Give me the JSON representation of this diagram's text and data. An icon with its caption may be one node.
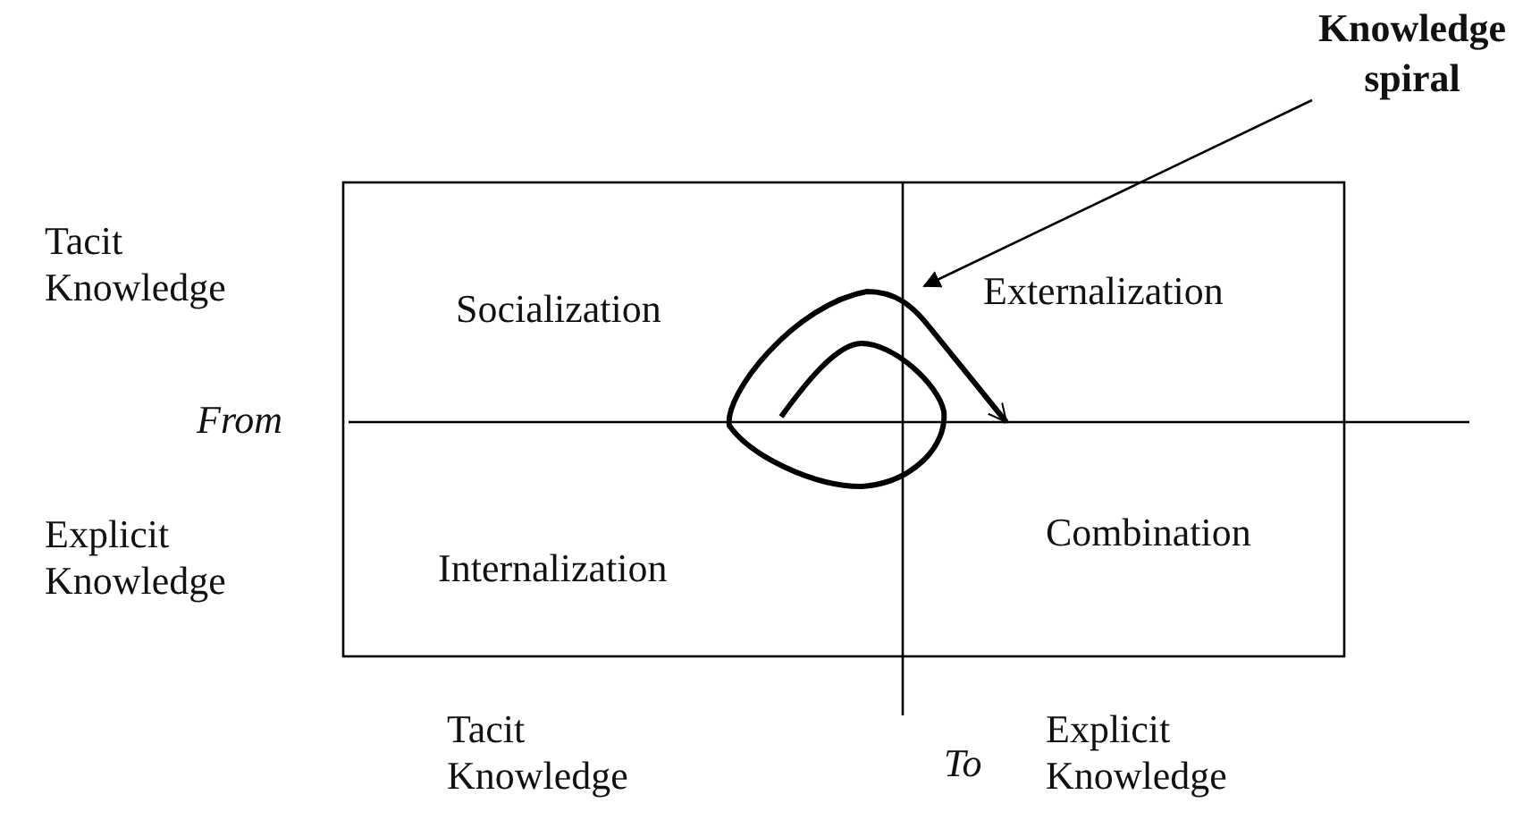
{
  "diagram": {
    "nodes": [
      {
        "text": [
          "Socialization"
        ]
      },
      {
        "text": [
          "Externalization"
        ]
      },
      {
        "text": [
          "Internalization"
        ]
      },
      {
        "text": [
          "Combination"
        ]
      },
      {
        "text": [
          "Knowledge spiral"
        ]
      },
      {
        "text": [],
        "shape": "spiral"
      }
    ],
    "edges": [
      {
        "from": 4,
        "to": 5,
        "arrow": "to"
      }
    ],
    "labels": [
      "Tacit Knowledge",
      "From",
      "Explicit Knowledge",
      "Tacit Knowledge",
      "To",
      "Explicit Knowledge"
    ]
  }
}
